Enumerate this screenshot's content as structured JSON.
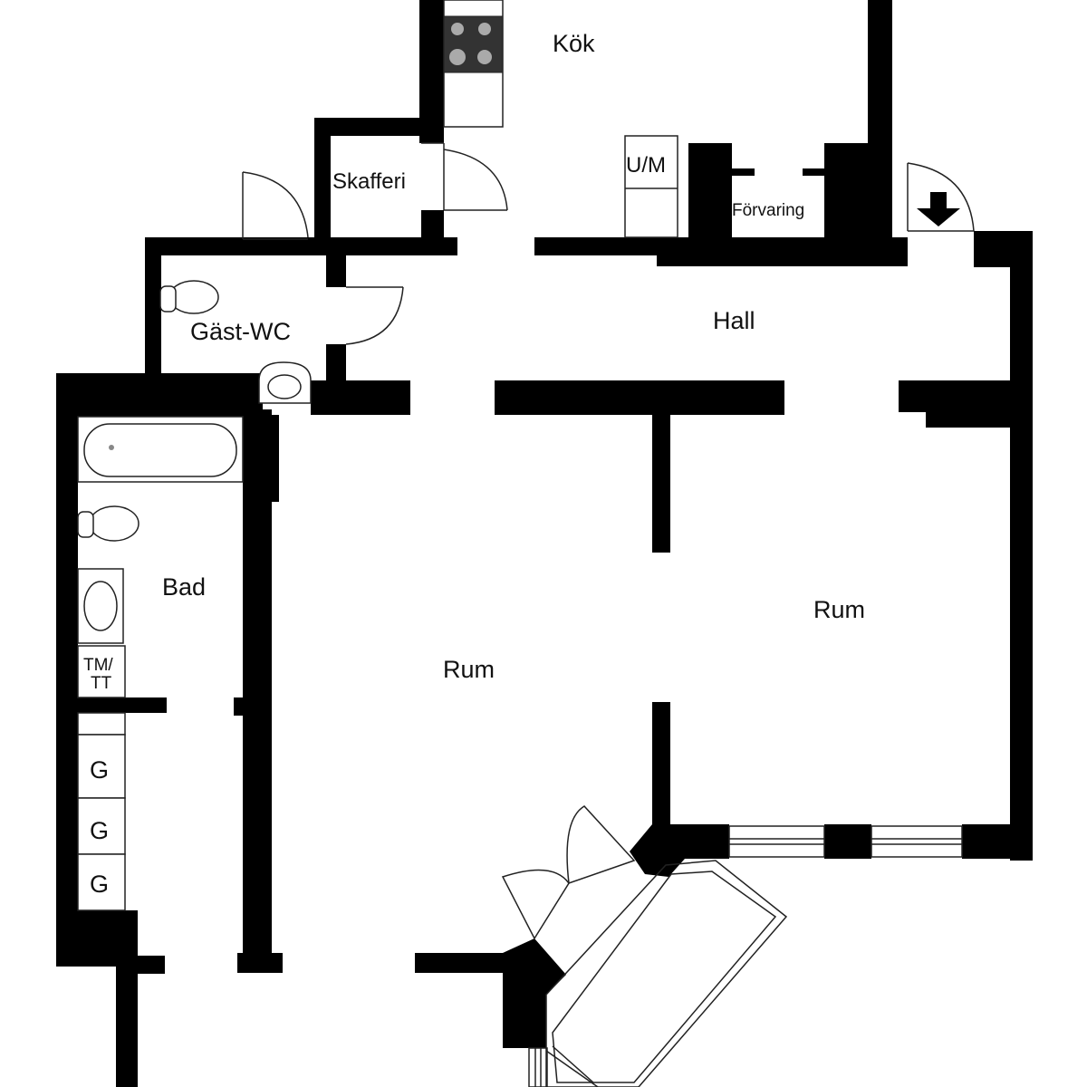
{
  "rooms": {
    "kok": "Kök",
    "skafferi": "Skafferi",
    "um": "U/M",
    "forvaring": "Förvaring",
    "gast_wc": "Gäst-WC",
    "hall": "Hall",
    "bad": "Bad",
    "tm_tt": "TM/\nTT",
    "rum_left": "Rum",
    "rum_right": "Rum"
  },
  "closets": [
    "G",
    "G",
    "G"
  ],
  "colors": {
    "wall": "#000000",
    "background": "#ffffff",
    "fixture": "#222222"
  }
}
